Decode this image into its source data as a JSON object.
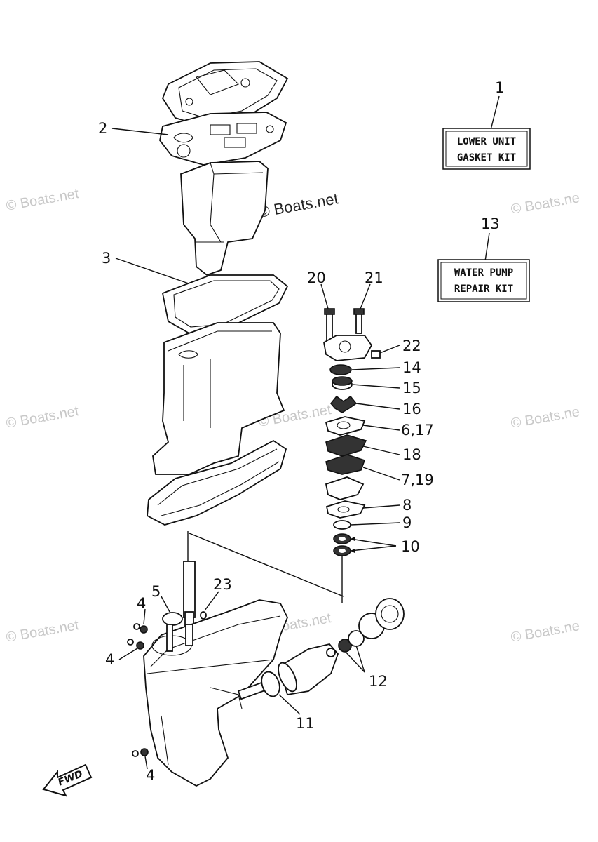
{
  "watermarks": {
    "center": "© Boats.net",
    "side": "© Boats.net",
    "side_partial": "© Boats.ne"
  },
  "kits": {
    "lower_unit": {
      "number": "1",
      "line1": "LOWER UNIT",
      "line2": "GASKET KIT"
    },
    "water_pump": {
      "number": "13",
      "line1": "WATER PUMP",
      "line2": "REPAIR KIT"
    }
  },
  "parts": {
    "p2": "2",
    "p3": "3",
    "p4a": "4",
    "p4b": "4",
    "p4c": "4",
    "p5": "5",
    "p6_17": "6,17",
    "p7_19": "7,19",
    "p8": "8",
    "p9": "9",
    "p10": "10",
    "p11": "11",
    "p12": "12",
    "p14": "14",
    "p15": "15",
    "p16": "16",
    "p18": "18",
    "p20": "20",
    "p21": "21",
    "p22": "22",
    "p23": "23"
  },
  "fwd": "FWD"
}
